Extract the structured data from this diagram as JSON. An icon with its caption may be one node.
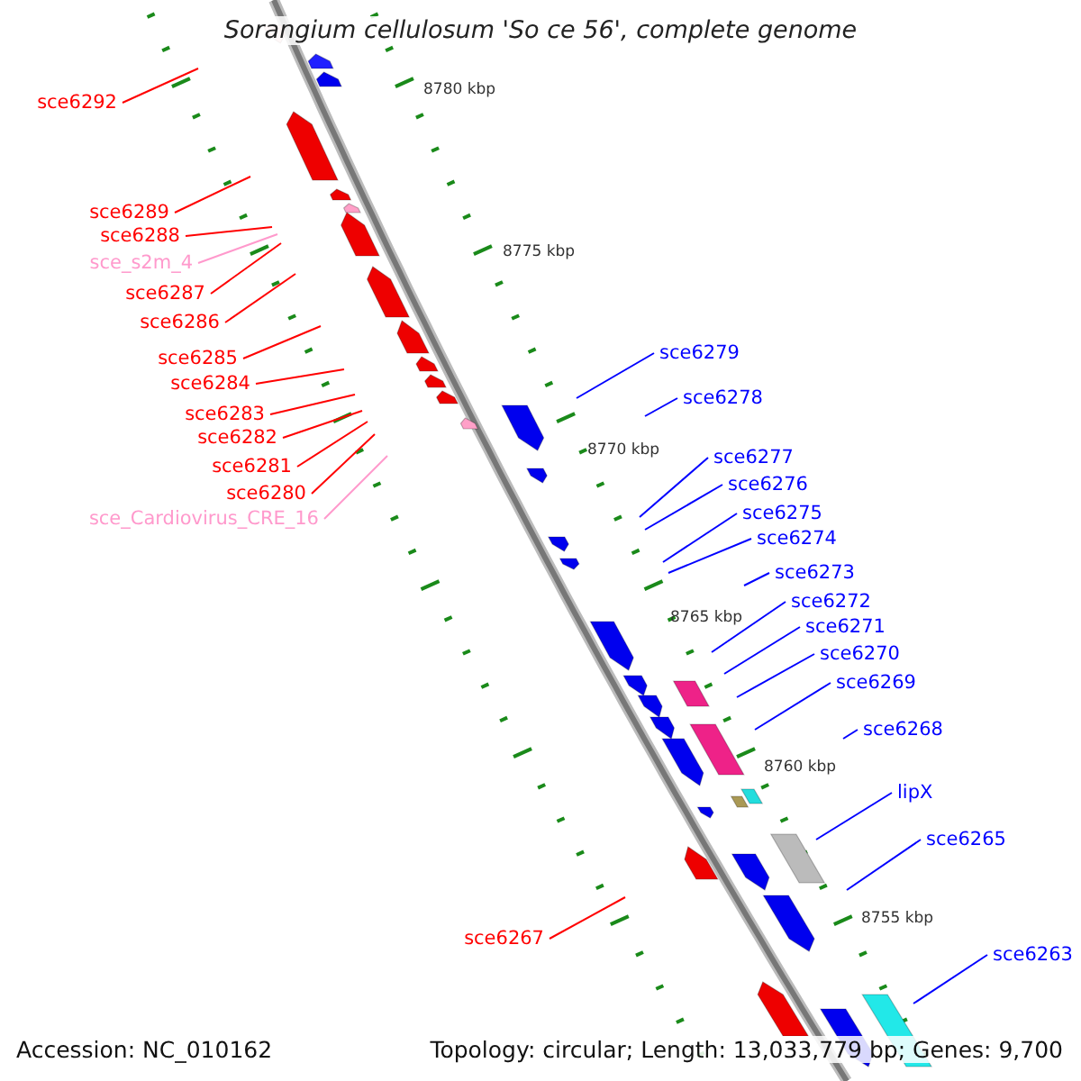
{
  "diagram": {
    "title": "Sorangium cellulosum 'So ce 56', complete genome",
    "nodes": [
      {
        "text": [
          "sce6292"
        ]
      },
      {
        "text": [
          "sce6289"
        ]
      },
      {
        "text": [
          "sce6288"
        ]
      },
      {
        "text": [
          "sce_s2m_4"
        ]
      },
      {
        "text": [
          "sce6287"
        ]
      },
      {
        "text": [
          "sce6286"
        ]
      },
      {
        "text": [
          "sce6285"
        ]
      },
      {
        "text": [
          "sce6284"
        ]
      },
      {
        "text": [
          "sce6283"
        ]
      },
      {
        "text": [
          "sce6282"
        ]
      },
      {
        "text": [
          "sce6281"
        ]
      },
      {
        "text": [
          "sce6280"
        ]
      },
      {
        "text": [
          "sce_Cardiovirus_CRE_16"
        ]
      },
      {
        "text": [
          "sce6279"
        ]
      },
      {
        "text": [
          "sce6278"
        ]
      },
      {
        "text": [
          "sce6277"
        ]
      },
      {
        "text": [
          "sce6276"
        ]
      },
      {
        "text": [
          "sce6275"
        ]
      },
      {
        "text": [
          "sce6274"
        ]
      },
      {
        "text": [
          "sce6273"
        ]
      },
      {
        "text": [
          "sce6272"
        ]
      },
      {
        "text": [
          "sce6271"
        ]
      },
      {
        "text": [
          "sce6270"
        ]
      },
      {
        "text": [
          "sce6269"
        ]
      },
      {
        "text": [
          "sce6268"
        ]
      },
      {
        "text": [
          "lipX"
        ]
      },
      {
        "text": [
          "sce6265"
        ]
      },
      {
        "text": [
          "sce6267"
        ]
      },
      {
        "text": [
          "sce6263"
        ]
      }
    ],
    "edges": [
      {
        "from": 0,
        "to": null,
        "arrow": "none",
        "color": "#ff0000"
      },
      {
        "from": 1,
        "to": null,
        "arrow": "none",
        "color": "#ff0000"
      },
      {
        "from": 2,
        "to": null,
        "arrow": "none",
        "color": "#ff0000"
      },
      {
        "from": 3,
        "to": null,
        "arrow": "none",
        "color": "#ff99cc"
      },
      {
        "from": 4,
        "to": null,
        "arrow": "none",
        "color": "#ff0000"
      },
      {
        "from": 5,
        "to": null,
        "arrow": "none",
        "color": "#ff0000"
      },
      {
        "from": 6,
        "to": null,
        "arrow": "none",
        "color": "#ff0000"
      },
      {
        "from": 7,
        "to": null,
        "arrow": "none",
        "color": "#ff0000"
      },
      {
        "from": 8,
        "to": null,
        "arrow": "none",
        "color": "#ff0000"
      },
      {
        "from": 9,
        "to": null,
        "arrow": "none",
        "color": "#ff0000"
      },
      {
        "from": 10,
        "to": null,
        "arrow": "none",
        "color": "#ff0000"
      },
      {
        "from": 11,
        "to": null,
        "arrow": "none",
        "color": "#ff0000"
      },
      {
        "from": 12,
        "to": null,
        "arrow": "none",
        "color": "#ff99cc"
      },
      {
        "from": 13,
        "to": null,
        "arrow": "none"
      },
      {
        "from": 14,
        "to": null,
        "arrow": "none"
      },
      {
        "from": 15,
        "to": null,
        "arrow": "none"
      },
      {
        "from": 16,
        "to": null,
        "arrow": "none"
      },
      {
        "from": 17,
        "to": null,
        "arrow": "none"
      },
      {
        "from": 18,
        "to": null,
        "arrow": "none"
      },
      {
        "from": 19,
        "to": null,
        "arrow": "none"
      },
      {
        "from": 20,
        "to": null,
        "arrow": "none"
      },
      {
        "from": 21,
        "to": null,
        "arrow": "none"
      },
      {
        "from": 22,
        "to": null,
        "arrow": "none"
      },
      {
        "from": 23,
        "to": null,
        "arrow": "none"
      },
      {
        "from": 24,
        "to": null,
        "arrow": "none"
      },
      {
        "from": 25,
        "to": null,
        "arrow": "none"
      },
      {
        "from": 26,
        "to": null,
        "arrow": "none"
      },
      {
        "from": 27,
        "to": null,
        "arrow": "none",
        "color": "#ff0000"
      },
      {
        "from": 28,
        "to": null,
        "arrow": "none"
      }
    ],
    "labels": [
      "8780 kbp",
      "8775 kbp",
      "8770 kbp",
      "8765 kbp",
      "8760 kbp",
      "8755 kbp",
      "Accession: NC_010162",
      "Topology: circular; Length: 13,033,779 bp; Genes: 9,700"
    ]
  }
}
